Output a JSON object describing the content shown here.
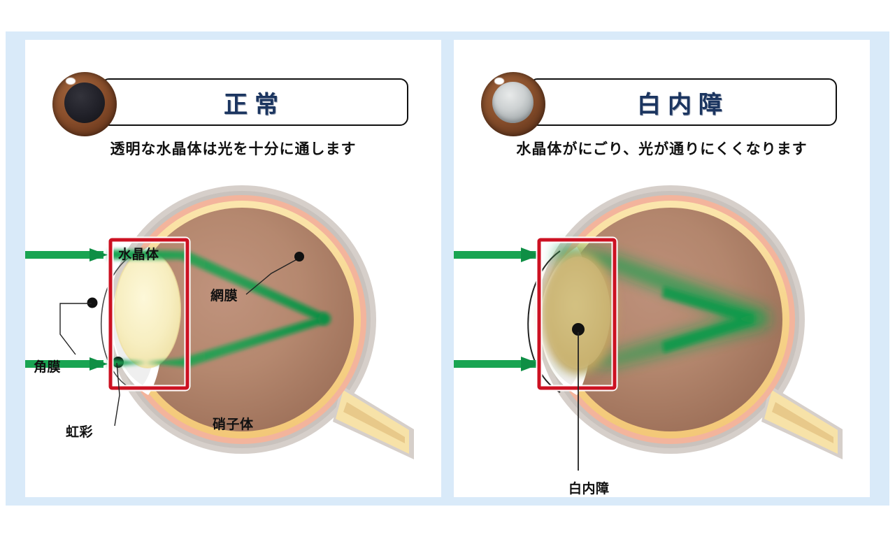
{
  "figure": {
    "background_color": "#ffffff",
    "frame_color": "#d9eaf9",
    "panel_color": "#ffffff"
  },
  "panels": [
    {
      "id": "normal",
      "title": "正常",
      "caption": "透明な水晶体は光を十分に通します",
      "eye_photo": {
        "icon": "normal-eye-photo",
        "iris_color": "#8a4f2c",
        "pupil_color": "#22222a",
        "pupil_description": "黒い瞳孔"
      },
      "labels": [
        {
          "name": "lens",
          "text": "水晶体"
        },
        {
          "name": "retina",
          "text": "網膜"
        },
        {
          "name": "vitreous",
          "text": "硝子体"
        },
        {
          "name": "cornea",
          "text": "角膜"
        },
        {
          "name": "iris",
          "text": "虹彩"
        }
      ],
      "highlight_box_color": "#cc1122",
      "light_ray_color": "#17a04e",
      "light_ray_state": "focused"
    },
    {
      "id": "cataract",
      "title": "白内障",
      "caption": "水晶体がにごり、光が通りにくくなります",
      "eye_photo": {
        "icon": "cataract-eye-photo",
        "iris_color": "#89502c",
        "pupil_color": "#cdd1d2",
        "pupil_description": "白くにごった瞳孔"
      },
      "labels": [
        {
          "name": "cataract",
          "text": "白内障"
        }
      ],
      "highlight_box_color": "#cc1122",
      "light_ray_color": "#17a04e",
      "light_ray_state": "scattered"
    }
  ],
  "anatomy_colors": {
    "sclera": "#c9c2bd",
    "retina_band": "#f7d98e",
    "choroid_band": "#f3b49c",
    "vitreous": "#b08570",
    "lens_clear": "#f7f0c4",
    "lens_cloudy": "#c9b06a",
    "optic_nerve": "#f7e2a8"
  }
}
